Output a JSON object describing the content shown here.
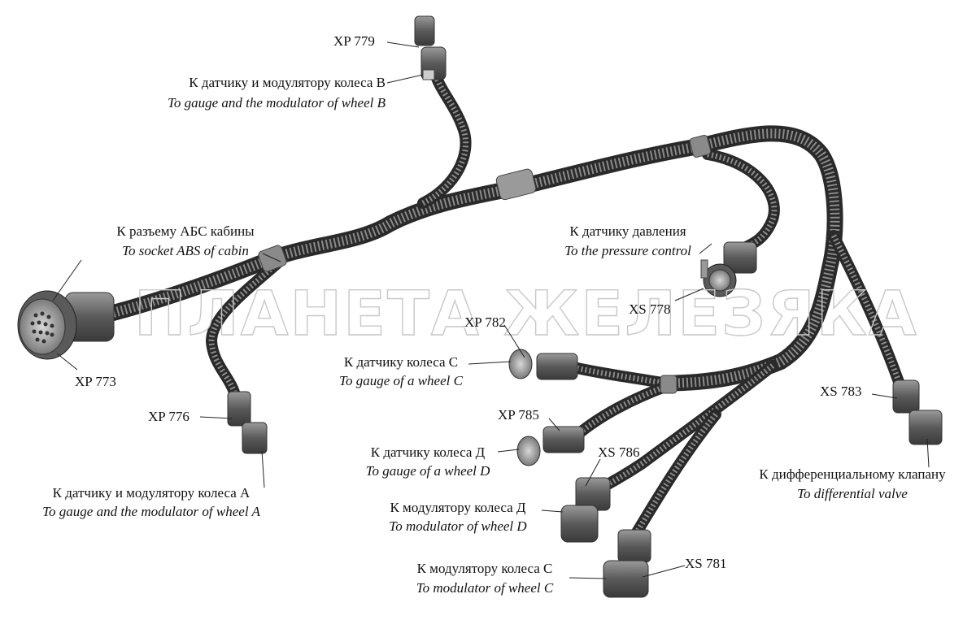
{
  "watermark": "ПЛАНЕТА ЖЕЛЕЗЯКА",
  "connectors": {
    "xp779": "XP 779",
    "xp773": "XP 773",
    "xp776": "XP 776",
    "xs778": "XS 778",
    "xp782": "XP 782",
    "xp785": "XP 785",
    "xs786": "XS 786",
    "xs783": "XS 783",
    "xs781": "XS 781"
  },
  "labels": {
    "wheel_b": {
      "ru": "К датчику и модулятору колеса В",
      "en": "To  gauge and the modulator of wheel B"
    },
    "abs_socket": {
      "ru": "К разъему АБС кабины",
      "en": "To socket ABS of  cabin"
    },
    "pressure": {
      "ru": "К датчику давления",
      "en": "To the pressure control"
    },
    "wheel_c_gauge": {
      "ru": "К датчику колеса С",
      "en": "To gauge of a wheel C"
    },
    "wheel_d_gauge": {
      "ru": "К датчику колеса Д",
      "en": "To  gauge of a wheel D"
    },
    "wheel_a": {
      "ru": "К датчику и модулятору колеса А",
      "en": "To  gauge and the modulator of  wheel A"
    },
    "mod_d": {
      "ru": "К модулятору колеса Д",
      "en": "To  modulator of wheel D"
    },
    "mod_c": {
      "ru": "К модулятору колеса С",
      "en": "To  modulator of wheel C"
    },
    "diff_valve": {
      "ru": "К дифференциальному клапану",
      "en": "To  differential valve"
    }
  },
  "colors": {
    "harness": "#2a2a2a",
    "harness_highlight": "#8a8a8a",
    "connector": "#6e6e6e",
    "sleeve": "#9a9a9a",
    "watermark": "#c8c8c8"
  }
}
